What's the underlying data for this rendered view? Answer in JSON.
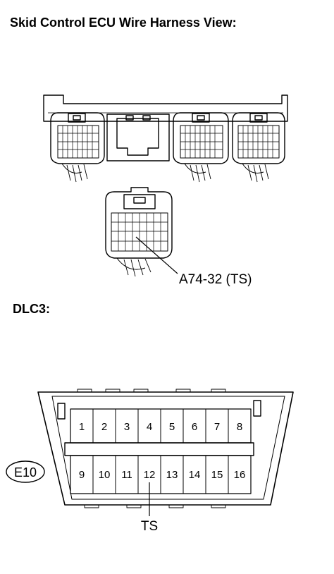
{
  "title": "Skid Control ECU Wire Harness View:",
  "dlc3_heading": "DLC3:",
  "ecu_callout": "A74-32 (TS)",
  "dlc3": {
    "connector_code": "E10",
    "top_pins": [
      "1",
      "2",
      "3",
      "4",
      "5",
      "6",
      "7",
      "8"
    ],
    "bottom_pins": [
      "9",
      "10",
      "11",
      "12",
      "13",
      "14",
      "15",
      "16"
    ],
    "callout": "TS",
    "callout_pin": "12"
  }
}
